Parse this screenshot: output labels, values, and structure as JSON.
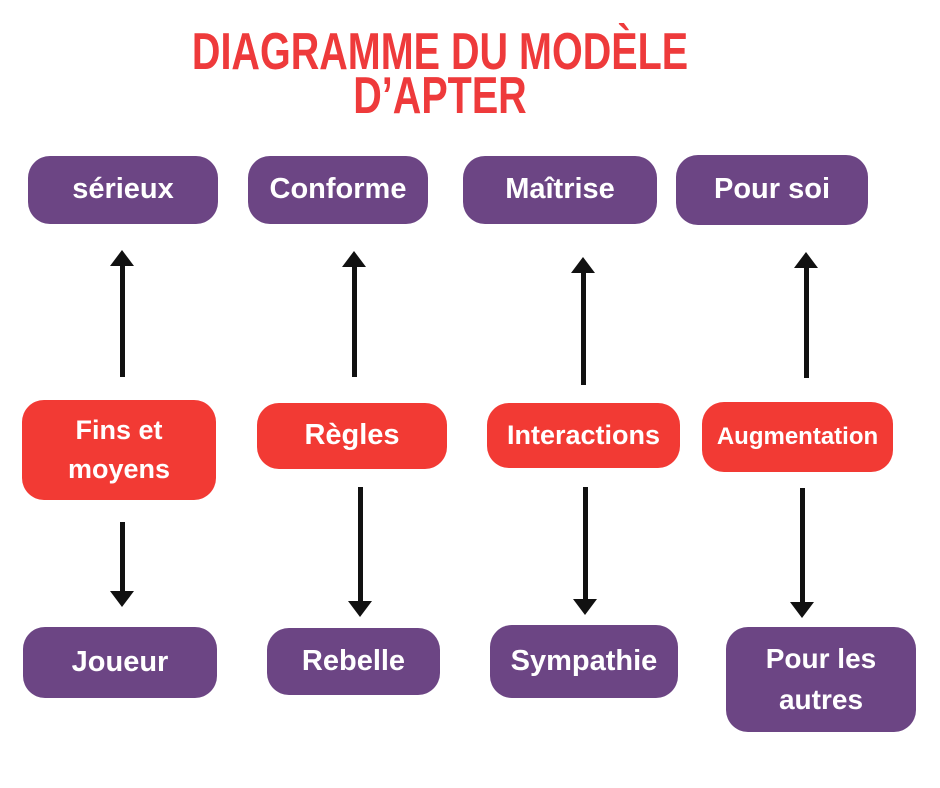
{
  "title": {
    "line1": "DIAGRAMME DU MODÈLE",
    "line2": "D’APTER"
  },
  "colors": {
    "title_red": "#ee3a3b",
    "box_red": "#f23a34",
    "box_purple": "#6c4584",
    "arrow_black": "#111111",
    "box_text": "#ffffff",
    "background": "#ffffff"
  },
  "columns": [
    {
      "top": "sérieux",
      "middle": "Fins et moyens",
      "bottom": "Joueur"
    },
    {
      "top": "Conforme",
      "middle": "Règles",
      "bottom": "Rebelle"
    },
    {
      "top": "Maîtrise",
      "middle": "Interactions",
      "bottom": "Sympathie"
    },
    {
      "top": "Pour soi",
      "middle": "Augmentation",
      "bottom": "Pour les autres"
    }
  ]
}
